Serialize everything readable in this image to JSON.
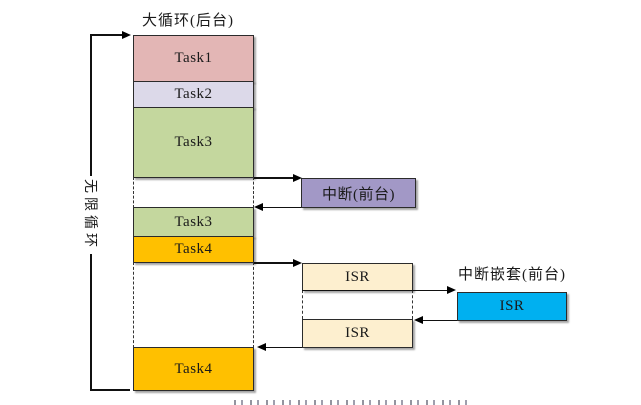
{
  "labels": {
    "title": "大循环(后台)",
    "loop": "无限循环",
    "nested_title": "中断嵌套(前台)"
  },
  "boxes": {
    "task1": "Task1",
    "task2": "Task2",
    "task3a": "Task3",
    "task3b": "Task3",
    "task4a": "Task4",
    "task4b": "Task4",
    "interrupt": "中断(前台)",
    "isr1": "ISR",
    "isr2": "ISR",
    "isr_nested": "ISR"
  },
  "colors": {
    "task1": "#e3b6b5",
    "task2": "#dcd9e9",
    "task3": "#c4d79e",
    "task4": "#ffc000",
    "interrupt": "#a298c6",
    "isr": "#fdefcf",
    "isr_nested": "#00b0f0",
    "line": "#000000"
  }
}
